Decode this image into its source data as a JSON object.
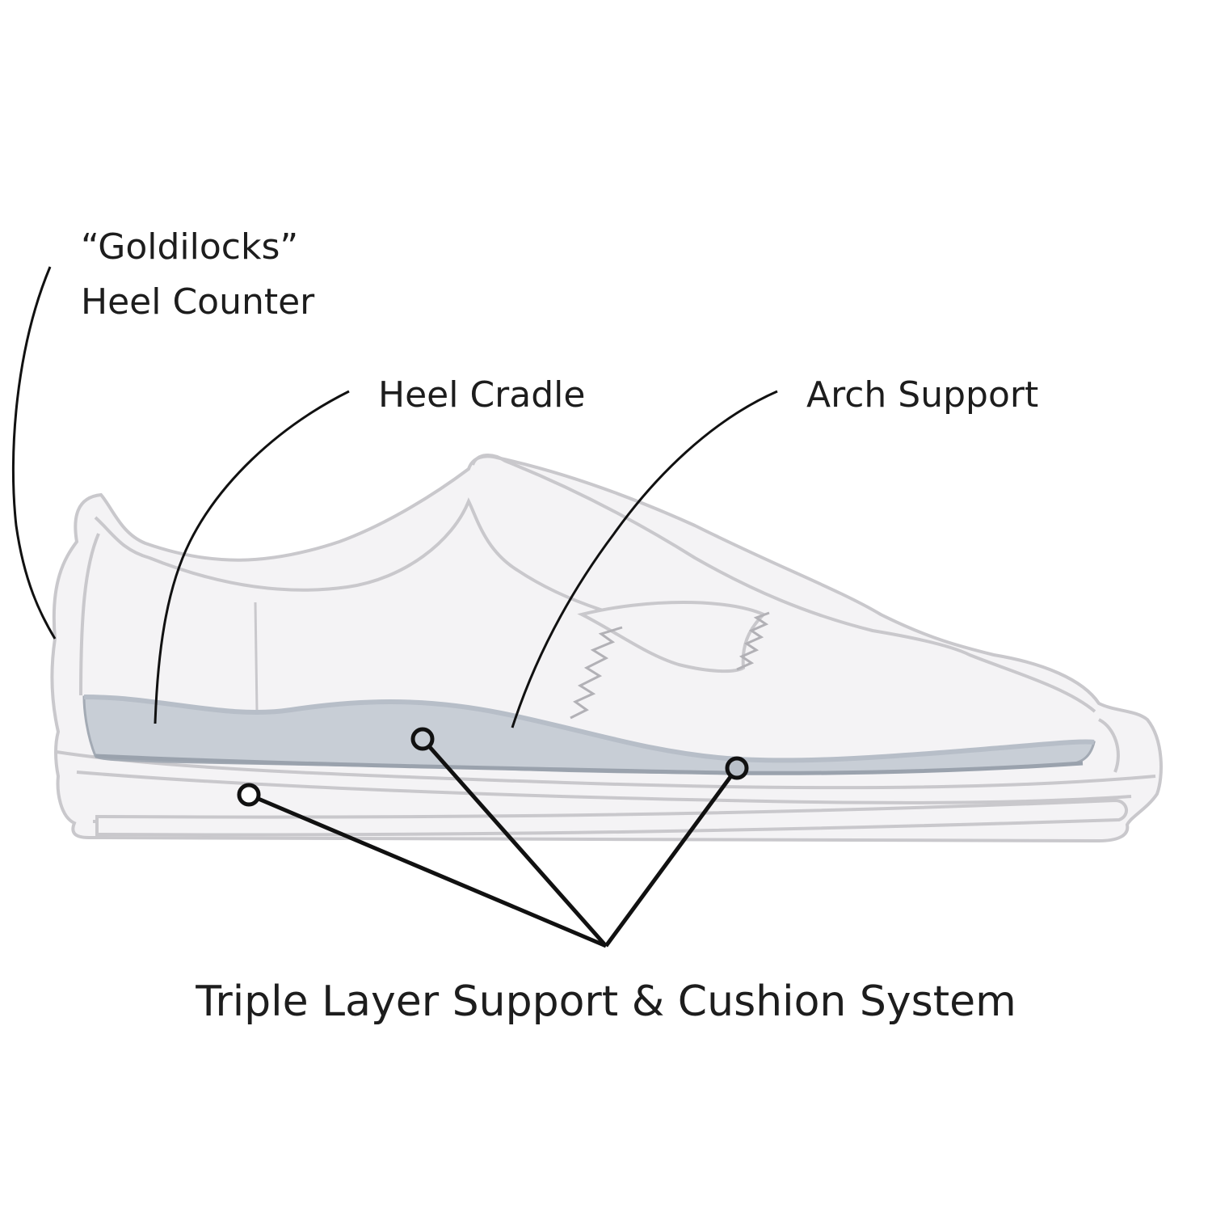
{
  "labels": {
    "heel_counter_line1": "“Goldilocks”",
    "heel_counter_line2": "Heel Counter",
    "heel_cradle": "Heel Cradle",
    "arch_support": "Arch Support",
    "system_title": "Triple Layer Support & Cushion System"
  },
  "colors": {
    "shoe_fill": "#f4f3f5",
    "shoe_outline": "#c9c8cc",
    "insole_fill": "#c8ced6",
    "insole_edge": "#a3aab4",
    "callout_line": "#111111",
    "marker_fill": "#b9c0c9",
    "background": "#ffffff"
  }
}
